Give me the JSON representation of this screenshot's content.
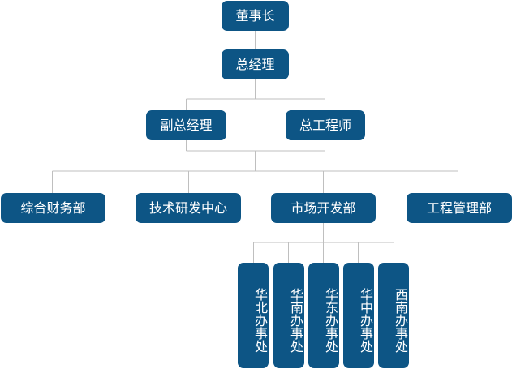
{
  "org_chart": {
    "chairman": "董事长",
    "general_manager": "总经理",
    "deputy_gm": "副总经理",
    "chief_engineer": "总工程师",
    "departments": [
      "综合财务部",
      "技术研发中心",
      "市场开发部",
      "工程管理部"
    ],
    "offices": [
      "华北办事处",
      "华南办事处",
      "华东办事处",
      "华中办事处",
      "西南办事处"
    ]
  },
  "colors": {
    "node": "#0d5585",
    "text": "#ffffff",
    "connector": "#bfbfbf"
  }
}
